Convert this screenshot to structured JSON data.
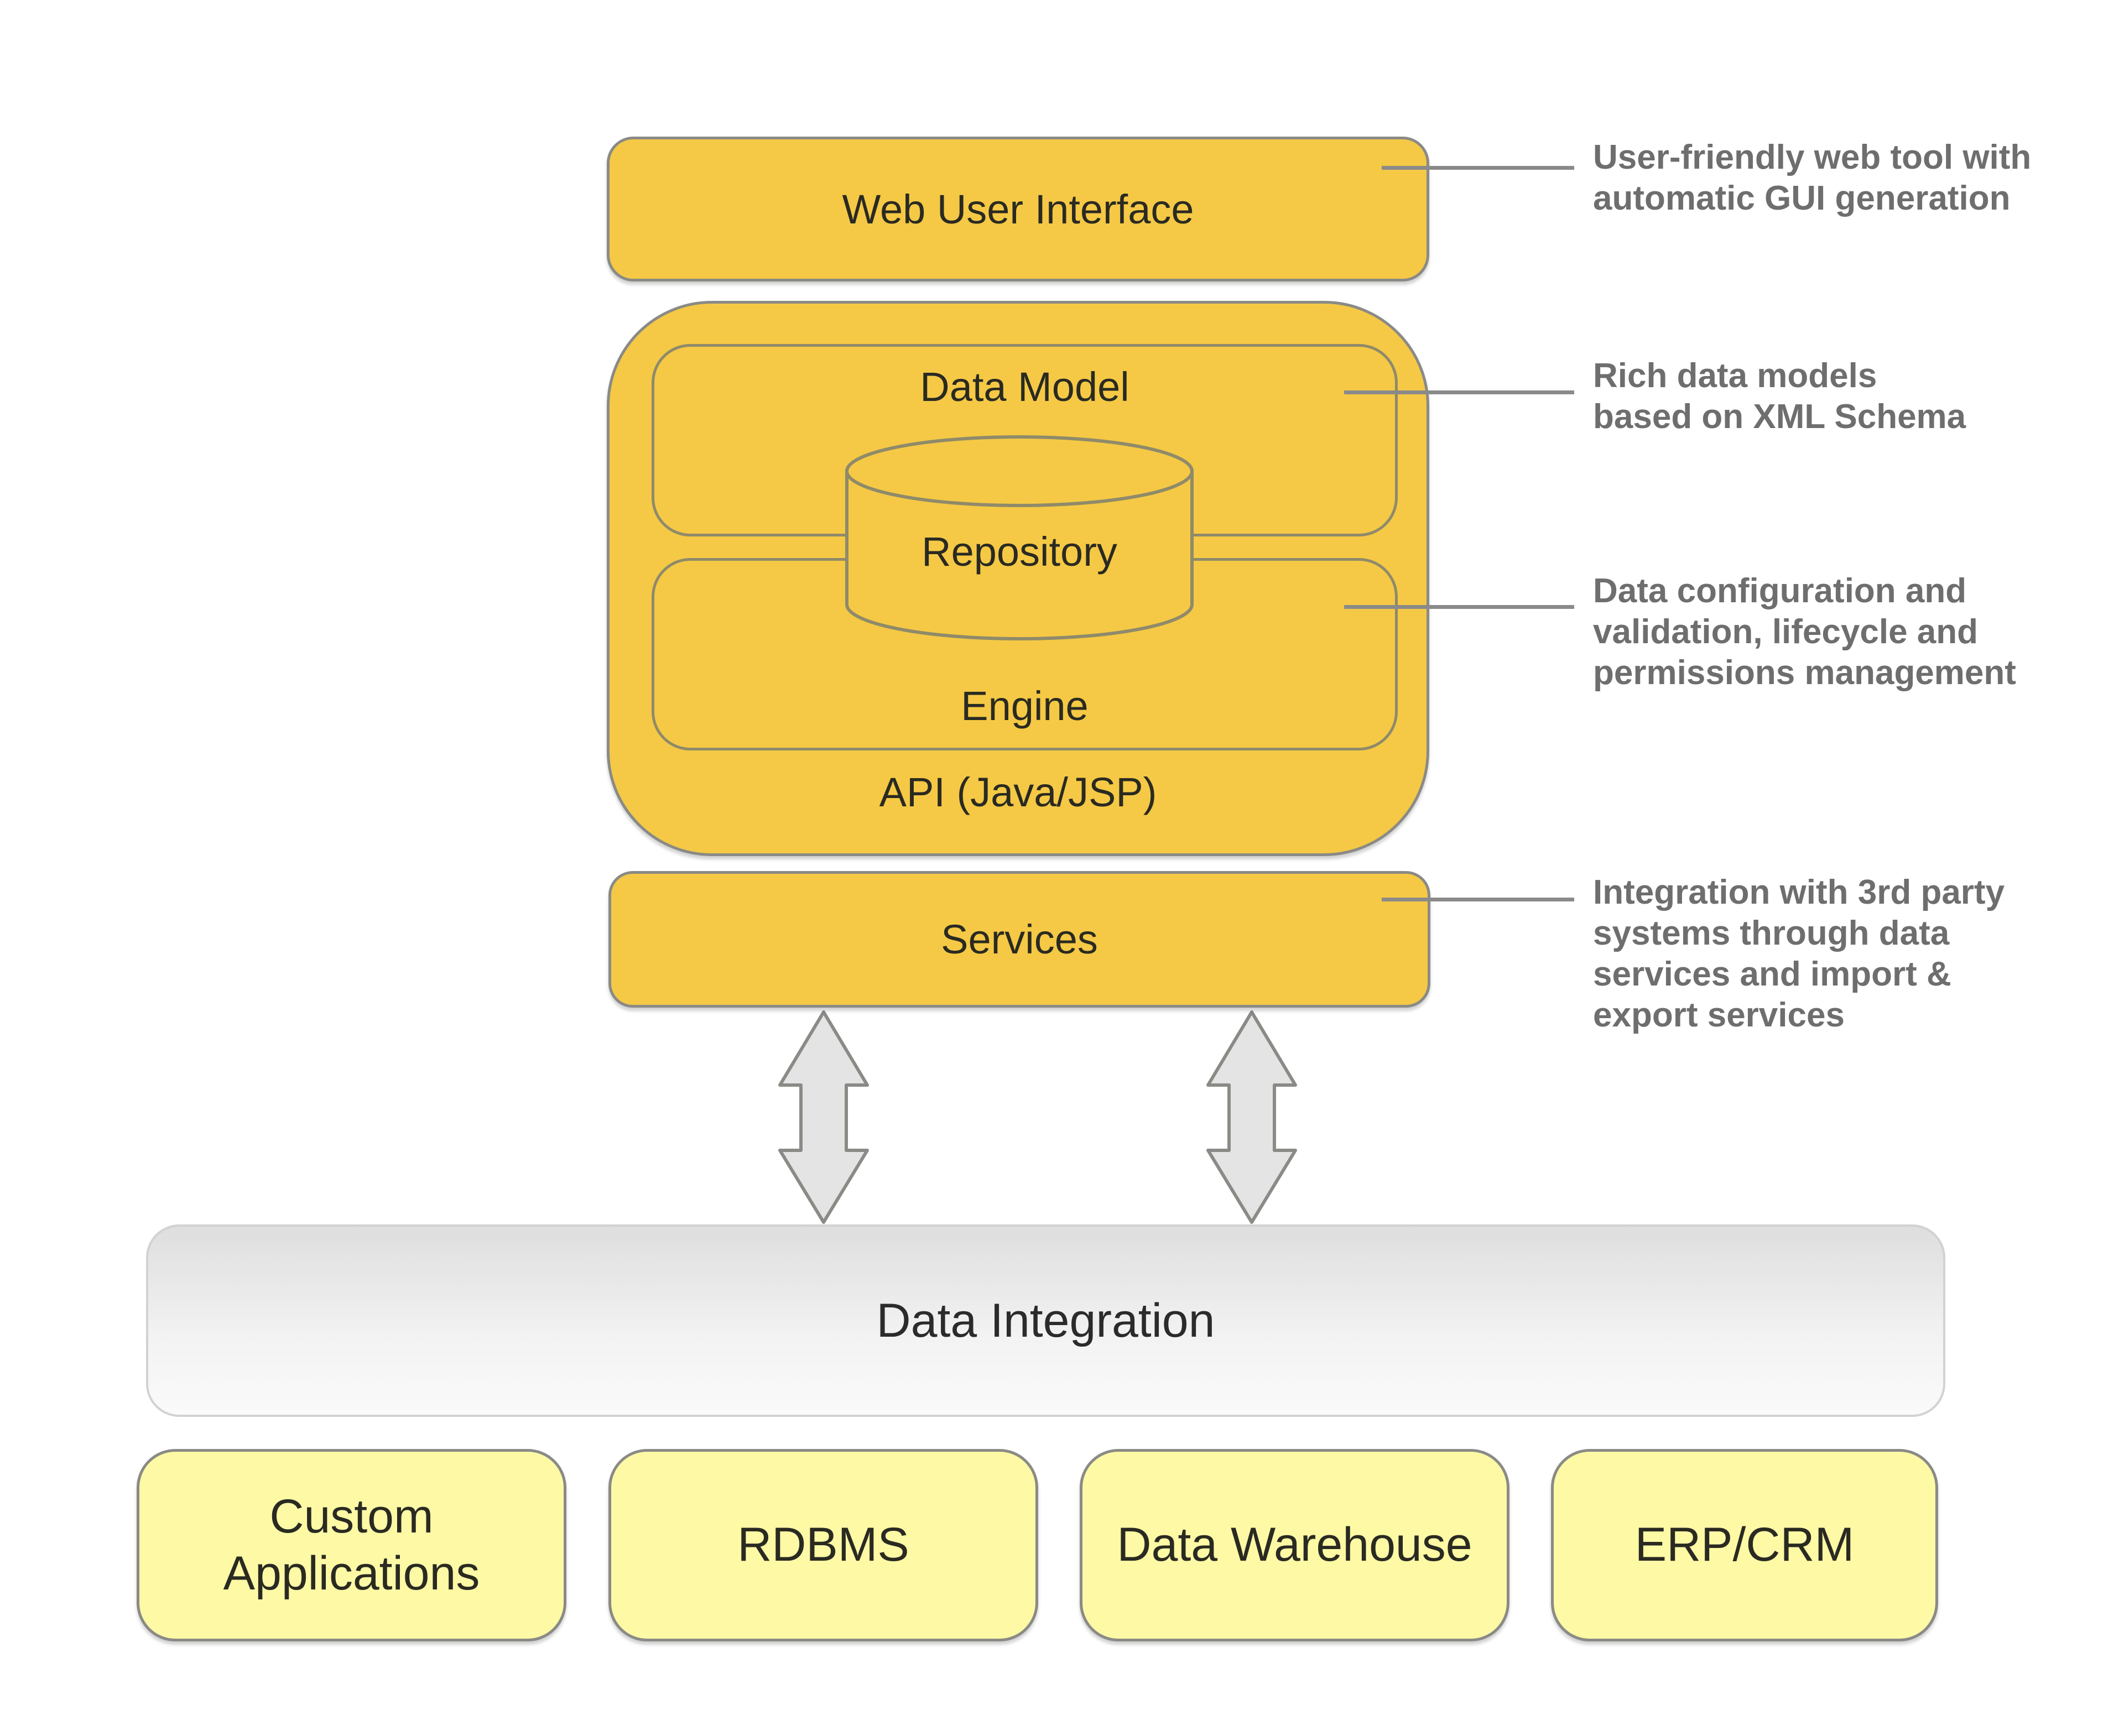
{
  "diagram": {
    "layers": {
      "web_ui": "Web User Interface",
      "api": "API (Java/JSP)",
      "data_model": "Data Model",
      "repository": "Repository",
      "engine": "Engine",
      "services": "Services",
      "data_integration": "Data Integration"
    },
    "sources": [
      "Custom\nApplications",
      "RDBMS",
      "Data Warehouse",
      "ERP/CRM"
    ],
    "annotations": [
      "User-friendly web  tool with\nautomatic GUI generation",
      "Rich data models\nbased on XML Schema",
      "Data configuration and\nvalidation, lifecycle and\npermissions management",
      "Integration with 3rd party\nsystems through data\nservices and import &\nexport services"
    ],
    "colors": {
      "core_fill": "#f5c945",
      "source_fill": "#fdf9a5",
      "integration_fill": "#ececec",
      "arrow_fill": "#e4e4e4",
      "outline": "#8a8a86",
      "annotation_text": "#6e6e6e"
    }
  }
}
